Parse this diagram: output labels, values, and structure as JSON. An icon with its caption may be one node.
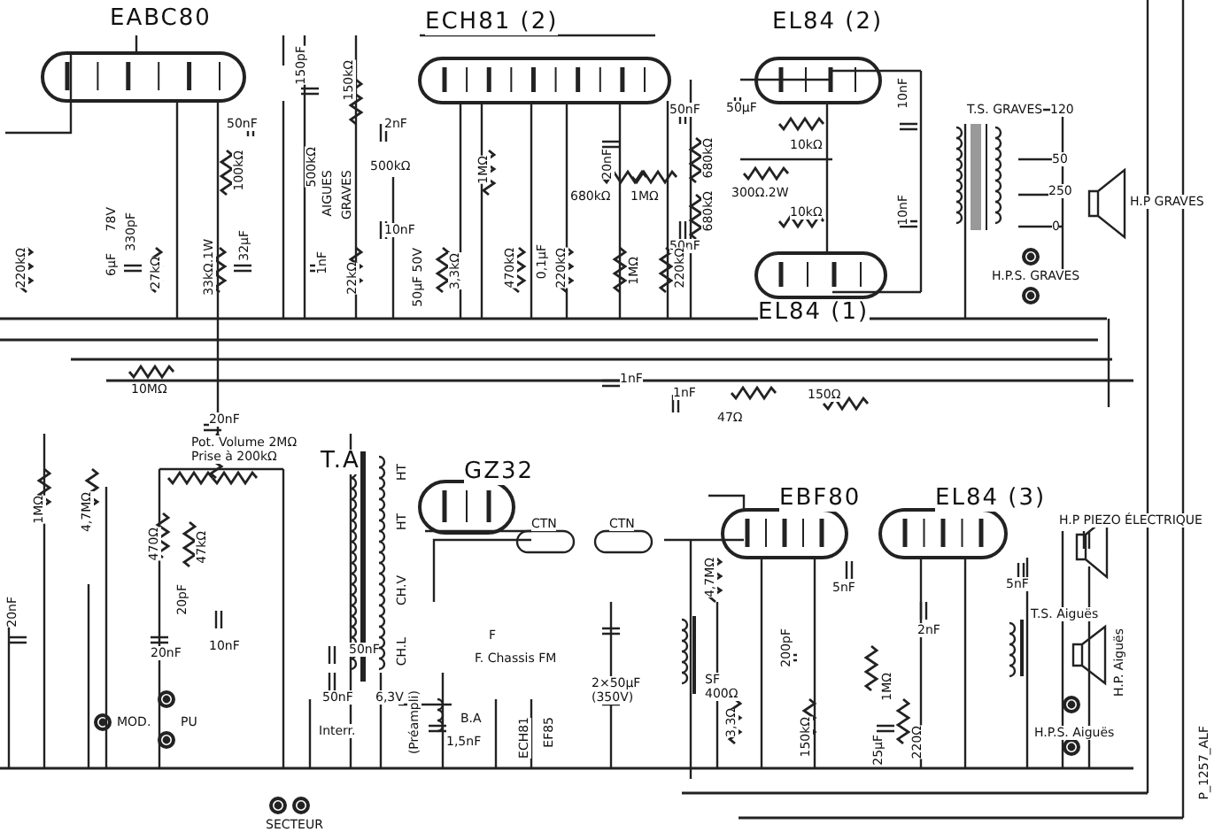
{
  "diagram": {
    "labels": [
      "EABC80",
      "ECH81 (2)",
      "EL84 (2)",
      "50nF",
      "150pF",
      "150kΩ",
      "2nF",
      "500kΩ",
      "AIGUES",
      "GRAVES",
      "500kΩ",
      "100kΩ",
      "10nF",
      "1nF",
      "22kΩ",
      "33kΩ.1W",
      "32µF",
      "27kΩ",
      "330pF",
      "78V",
      "6µF",
      "220kΩ",
      "1MΩ",
      "20nF",
      "680kΩ",
      "1MΩ",
      "50nF",
      "680kΩ",
      "680kΩ",
      "50nF",
      "50µF",
      "300Ω.2W",
      "10kΩ",
      "10kΩ",
      "10nF",
      "10nF",
      "T.S. GRAVES",
      "120",
      "50",
      "250",
      "0",
      "H.P GRAVES",
      "50µF 50V",
      "3,3kΩ",
      "470kΩ",
      "0,1µF",
      "220kΩ",
      "1MΩ",
      "220kΩ",
      "H.P.S. GRAVES",
      "EL84 (1)",
      "10MΩ",
      "1nF",
      "1nF",
      "47Ω",
      "150Ω",
      "20nF",
      "Pot. Volume 2MΩ Prise à 200kΩ",
      "T.A",
      "GZ32",
      "EBF80",
      "EL84 (3)",
      "H.P PIEZO ÉLECTRIQUE",
      "1MΩ",
      "4,7MΩ",
      "470Ω",
      "47kΩ",
      "20pF",
      "10nF",
      "20nF",
      "20nF",
      "HT",
      "HT",
      "CTN",
      "CTN",
      "CH.V",
      "4,7MΩ",
      "5nF",
      "5nF",
      "2nF",
      "T.S. Aiguës",
      "H.P. Aiguës",
      "CH.L",
      "F",
      "50nF",
      "50nF",
      "F. Chassis FM",
      "2×50µF (350V)",
      "SF 400Ω",
      "200pF",
      "1MΩ",
      "MOD.",
      "PU",
      "Interr.",
      "6,3V",
      "(Préampli)",
      "B.A",
      "1,5nF",
      "ECH81",
      "EF85",
      "3,3Ω",
      "150kΩ",
      "25µF",
      "220Ω",
      "H.P.S. Aiguës",
      "P_1257_ALF",
      "SECTEUR"
    ]
  }
}
